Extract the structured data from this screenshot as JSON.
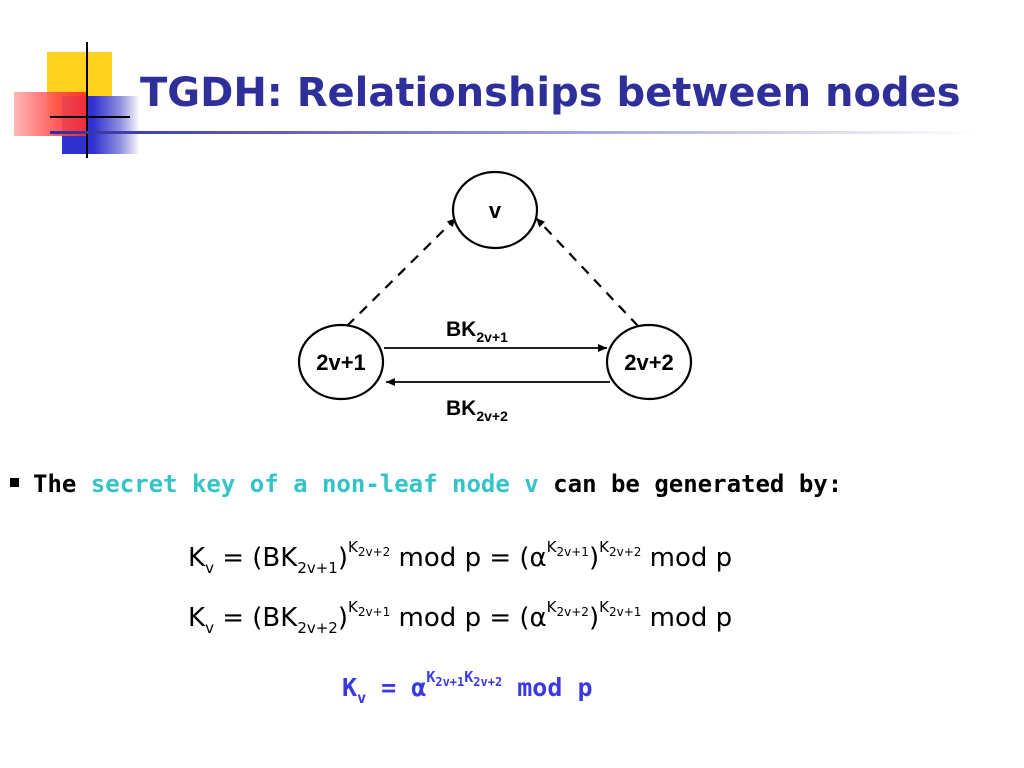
{
  "title": "TGDH: Relationships between nodes",
  "diagram": {
    "nodes": {
      "v": "v",
      "left": "2v+1",
      "right": "2v+2"
    },
    "edges": {
      "top_label_main": "BK",
      "top_label_sub": "2v+1",
      "bottom_label_main": "BK",
      "bottom_label_sub": "2v+2"
    }
  },
  "bullet": {
    "prefix": "The ",
    "highlight": "secret key of a non-leaf node v",
    "suffix": " can be generated by:"
  },
  "eq1": {
    "k": "K",
    "k_sub": "v",
    "p1": " = (BK",
    "p1_sub": "2v+1",
    "p1_close": ")",
    "e1": "K",
    "e1_sub": "2v+2",
    "mid": " mod p = (α",
    "e2": "K",
    "e2_sub": "2v+1",
    "close": ")",
    "e3": "K",
    "e3_sub": "2v+2",
    "end": " mod p"
  },
  "eq2": {
    "k": "K",
    "k_sub": "v",
    "p1": " = (BK",
    "p1_sub": "2v+2",
    "p1_close": ")",
    "e1": "K",
    "e1_sub": "2v+1",
    "mid": " mod p = (α",
    "e2": "K",
    "e2_sub": "2v+2",
    "close": ")",
    "e3": "K",
    "e3_sub": "2v+1",
    "end": " mod p"
  },
  "eq3": {
    "k": "K",
    "k_sub": "v",
    "p1": " = α",
    "e1": "K",
    "e1_sub": "2v+1",
    "e2": "K",
    "e2_sub": "2v+2",
    "end": " mod p"
  },
  "colors": {
    "title": "#2f2f9b",
    "highlight": "#33c3c8",
    "final_equation": "#3a3ae0",
    "deco_yellow": "#ffd21f",
    "deco_red": "#ff4a4a",
    "deco_blue": "#3030d0"
  }
}
